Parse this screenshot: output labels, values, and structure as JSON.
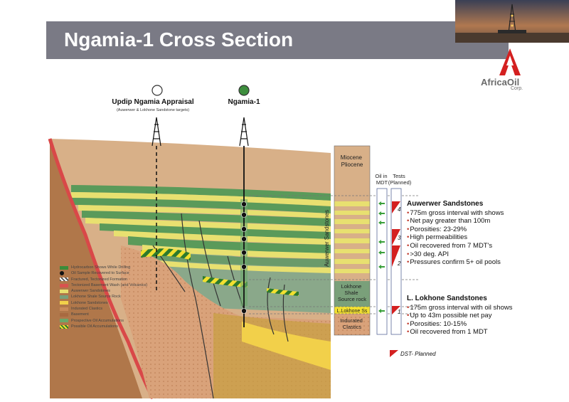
{
  "title": "Ngamia-1 Cross Section",
  "logo": {
    "name": "AfricaOil",
    "sub": "Corp."
  },
  "wells": [
    {
      "name": "Updip Ngamia Appraisal",
      "note": "(Auwerwer & Lokhone Sandstone targets)"
    },
    {
      "name": "Ngamia-1"
    }
  ],
  "column": {
    "miocene": "Miocene\nPliocene",
    "auwerwer": "Auwerwer Sandstones",
    "lokhone_shale": "Lokhone\nShale\nSource rock",
    "lokhone_ss": "L.Lokhone Ss",
    "indurated": "Indurated\nClastics",
    "oil_header": "Oil in\nMDT",
    "tests_header": "Tests\n(Planned)",
    "test_numbers": [
      "4",
      "3",
      "2",
      "1"
    ]
  },
  "auwerwer_info": {
    "heading": "Auwerwer  Sandstones",
    "bullets": [
      "775m gross  interval with shows",
      "Net pay greater than 100m",
      "Porosities: 23-29%",
      "High permeabilities",
      "Oil recovered from 7 MDT's",
      ">30 deg. API",
      "Pressures confirm 5+ oil pools"
    ]
  },
  "lokhone_info": {
    "heading": "L. Lokhone Sandstones",
    "bullets": [
      "175m gross interval with  oil shows",
      "Up to 43m possible net pay",
      "Porosities: 10-15%",
      "Oil recovered from 1 MDT"
    ]
  },
  "dst_label": "DST- Planned",
  "legend": [
    {
      "label": "Hydrocarbon Shows While Drilling",
      "color": "#3a8c3a"
    },
    {
      "label": "Oil Sample Recovered to Surface",
      "color": "#111111"
    },
    {
      "label": "Fractured, Tectonized Formation",
      "color": "#555555"
    },
    {
      "label": "Tectonized Basement Wash (and Volcanics)",
      "color": "#d9534f"
    },
    {
      "label": "Auwerwer Sandstones",
      "color": "#e8e070"
    },
    {
      "label": "Lokhone Shale Source Rock",
      "color": "#7aa07a"
    },
    {
      "label": "Lokhone Sandstones",
      "color": "#f2d04a"
    },
    {
      "label": "Indurated Clastics",
      "color": "#c98a5a"
    },
    {
      "label": "Basement",
      "color": "#a86a40"
    },
    {
      "label": "Prospective Oil Accumulations",
      "color": "#6aa86a"
    },
    {
      "label": "Possible Oil Accumulations",
      "color": "#e8d040"
    }
  ]
}
